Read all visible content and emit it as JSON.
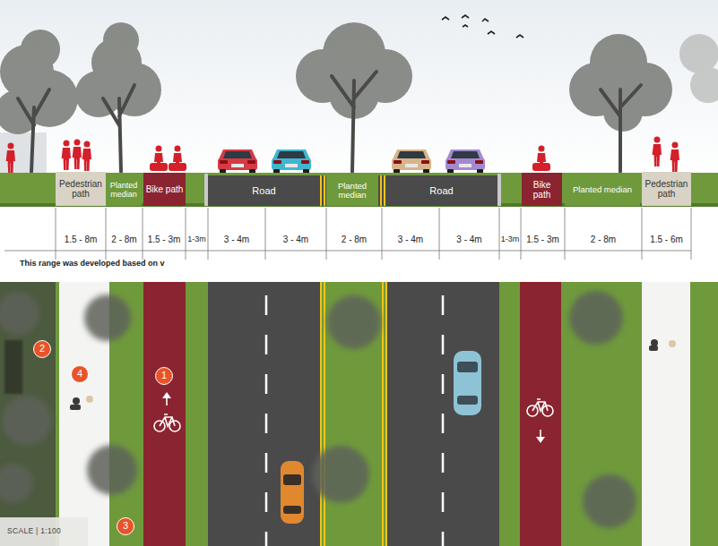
{
  "diagram": {
    "nodes": [
      {
        "text": [
          "Pedestrian path"
        ]
      },
      {
        "text": [
          "Planted median"
        ]
      },
      {
        "text": [
          "Bike path"
        ]
      },
      {
        "text": [
          "Road"
        ]
      },
      {
        "text": [
          "Planted median"
        ]
      },
      {
        "text": [
          "Road"
        ]
      },
      {
        "text": [
          "Bike path"
        ]
      },
      {
        "text": [
          "Planted median"
        ]
      },
      {
        "text": [
          "Pedestrian path"
        ]
      }
    ],
    "labels": [
      "1.5 - 8m",
      "2 - 8m",
      "1.5 - 3m",
      "1-3m",
      "3 - 4m",
      "3 - 4m",
      "2 - 8m",
      "3 - 4m",
      "3 - 4m",
      "1-3m",
      "1.5 - 3m",
      "2 - 8m",
      "1.5 - 6m",
      "This range was developed based on v",
      "2",
      "4",
      "1",
      "3",
      "SCALE | 1:100"
    ]
  }
}
